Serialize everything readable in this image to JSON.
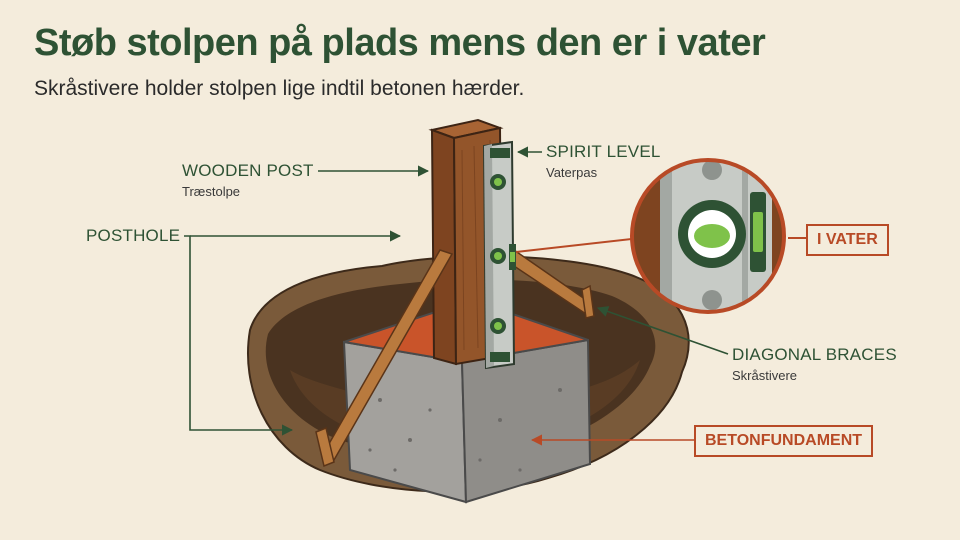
{
  "title": "Støb stolpen på plads mens den er i vater",
  "subtitle": "Skråstivere holder stolpen lige indtil betonen hærder.",
  "labels": {
    "wooden_post": {
      "main": "WOODEN POST",
      "sub": "Træstolpe"
    },
    "spirit_level": {
      "main": "SPIRIT LEVEL",
      "sub": "Vaterpas"
    },
    "posthole": {
      "main": "POSTHOLE"
    },
    "diagonal_braces": {
      "main": "DIAGONAL BRACES",
      "sub": "Skråstivere"
    },
    "i_vater": "I VATER",
    "betonfundament": "BETONFUNDAMENT"
  },
  "colors": {
    "background": "#f4ecdc",
    "heading_green": "#2e5234",
    "accent_orange": "#b84a26",
    "wood": "#8a4a24",
    "concrete": "#a9a7a3",
    "soil": "#7a5a3a",
    "bubble_green": "#7fc24a"
  }
}
